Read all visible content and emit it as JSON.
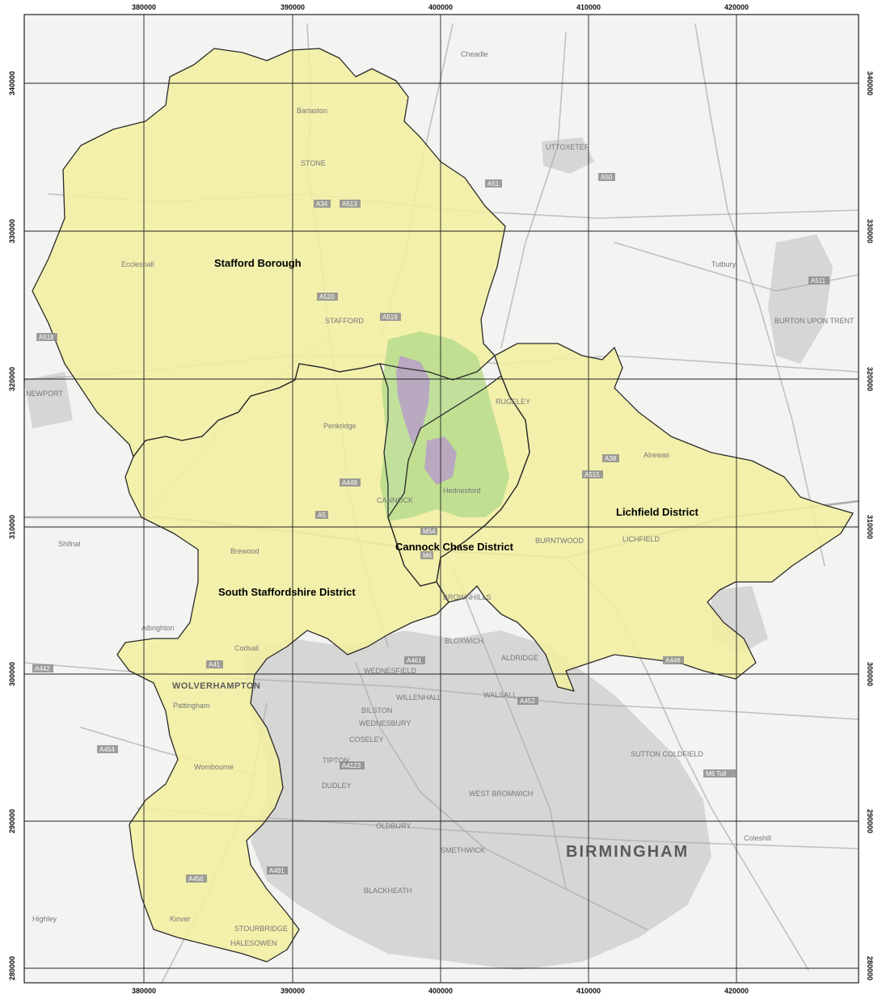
{
  "map": {
    "colors": {
      "frame": "#ffffff",
      "map_bg": "#f3f3f1",
      "grid": "#222222",
      "boundary": "#2a2a2a",
      "district_fill": "#f3efa2",
      "forest_fill": "#b6dc8c",
      "heath_fill": "#b79fc7",
      "urban_fill": "#bdbdbd",
      "road": "#a9a9a9",
      "motorway": "#8c8c8c"
    },
    "grid": {
      "top_labels": [
        "380000",
        "390000",
        "400000",
        "410000",
        "420000"
      ],
      "bottom_labels": [
        "380000",
        "390000",
        "400000",
        "410000",
        "420000"
      ],
      "left_labels": [
        "340000",
        "330000",
        "320000",
        "310000",
        "300000",
        "290000",
        "280000"
      ],
      "right_labels": [
        "340000",
        "330000",
        "320000",
        "310000",
        "300000",
        "290000",
        "280000"
      ]
    },
    "districts": [
      {
        "id": "stafford",
        "label": "Stafford Borough"
      },
      {
        "id": "cannock",
        "label": "Cannock Chase District"
      },
      {
        "id": "lichfield",
        "label": "Lichfield District"
      },
      {
        "id": "south-staffs",
        "label": "South Staffordshire District"
      }
    ],
    "places": [
      {
        "label": "STONE",
        "cls": "place"
      },
      {
        "label": "STAFFORD",
        "cls": "place"
      },
      {
        "label": "UTTOXETER",
        "cls": "place"
      },
      {
        "label": "Cheadle",
        "cls": "place"
      },
      {
        "label": "Eccleshall",
        "cls": "place"
      },
      {
        "label": "NEWPORT",
        "cls": "place"
      },
      {
        "label": "Barlaston",
        "cls": "place"
      },
      {
        "label": "Penkridge",
        "cls": "place"
      },
      {
        "label": "CANNOCK",
        "cls": "place"
      },
      {
        "label": "Brewood",
        "cls": "place"
      },
      {
        "label": "Codsall",
        "cls": "place"
      },
      {
        "label": "Albrighton",
        "cls": "place"
      },
      {
        "label": "Pattingham",
        "cls": "place"
      },
      {
        "label": "Wombourne",
        "cls": "place"
      },
      {
        "label": "Kinver",
        "cls": "place"
      },
      {
        "label": "STOURBRIDGE",
        "cls": "place"
      },
      {
        "label": "HALESOWEN",
        "cls": "place"
      },
      {
        "label": "OLDBURY",
        "cls": "place"
      },
      {
        "label": "SMETHWICK",
        "cls": "place"
      },
      {
        "label": "BLACKHEATH",
        "cls": "place"
      },
      {
        "label": "DUDLEY",
        "cls": "place"
      },
      {
        "label": "TIPTON",
        "cls": "place"
      },
      {
        "label": "COSELEY",
        "cls": "place"
      },
      {
        "label": "WEDNESBURY",
        "cls": "place"
      },
      {
        "label": "BILSTON",
        "cls": "place"
      },
      {
        "label": "WILLENHALL",
        "cls": "place"
      },
      {
        "label": "WEDNESFIELD",
        "cls": "place"
      },
      {
        "label": "WALSALL",
        "cls": "place"
      },
      {
        "label": "BLOXWICH",
        "cls": "place"
      },
      {
        "label": "BROWNHILLS",
        "cls": "place"
      },
      {
        "label": "ALDRIDGE",
        "cls": "place"
      },
      {
        "label": "BURNTWOOD",
        "cls": "place"
      },
      {
        "label": "LICHFIELD",
        "cls": "place"
      },
      {
        "label": "RUGELEY",
        "cls": "place"
      },
      {
        "label": "Tutbury",
        "cls": "place"
      },
      {
        "label": "BURTON UPON TRENT",
        "cls": "place"
      },
      {
        "label": "SUTTON COLDFIELD",
        "cls": "place"
      },
      {
        "label": "WEST BROMWICH",
        "cls": "place"
      },
      {
        "label": "Coleshill",
        "cls": "place"
      },
      {
        "label": "Alrewas",
        "cls": "place"
      },
      {
        "label": "Shifnal",
        "cls": "place"
      },
      {
        "label": "Highley",
        "cls": "place"
      },
      {
        "label": "Hednesford",
        "cls": "place"
      },
      {
        "label": "WOLVERHAMPTON",
        "cls": "place-big"
      },
      {
        "label": "BIRMINGHAM",
        "cls": "place-huge"
      }
    ],
    "roads": [
      "A34",
      "A51",
      "A50",
      "A518",
      "A449",
      "A5",
      "A38",
      "A41",
      "A454",
      "A442",
      "A456",
      "A491",
      "A4123",
      "A461",
      "A452",
      "A446",
      "M6",
      "M54",
      "M6 Toll",
      "A515",
      "A511",
      "A513",
      "A520",
      "A519"
    ]
  }
}
